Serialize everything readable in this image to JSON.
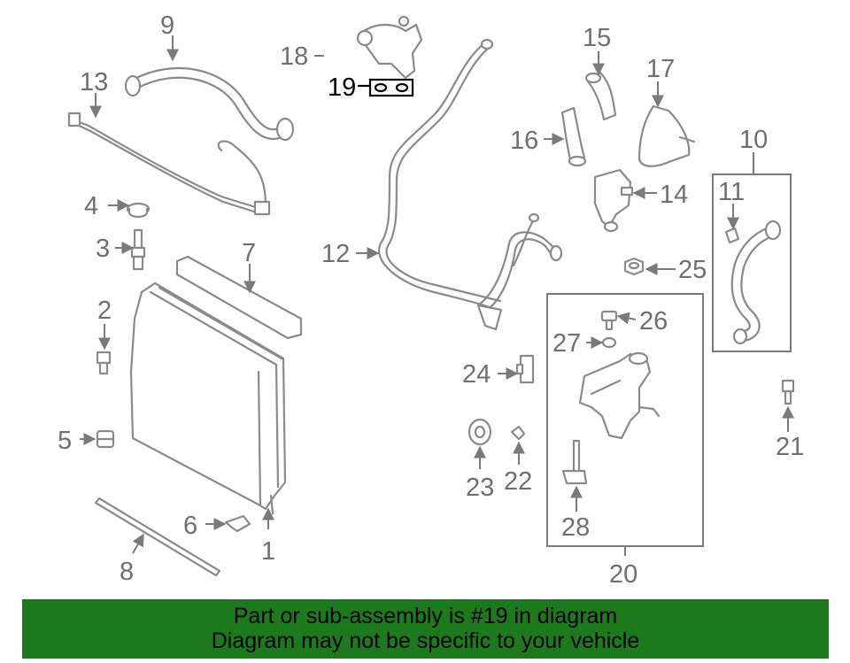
{
  "colors": {
    "banner_bg": "#1c7a1c",
    "callout": "#6f6f6f",
    "highlight": "#000000"
  },
  "highlighted_part": "19",
  "callouts": {
    "c1": "1",
    "c2": "2",
    "c3": "3",
    "c4": "4",
    "c5": "5",
    "c6": "6",
    "c7": "7",
    "c8": "8",
    "c9": "9",
    "c10": "10",
    "c11": "11",
    "c12": "12",
    "c13": "13",
    "c14": "14",
    "c15": "15",
    "c16": "16",
    "c17": "17",
    "c18": "18",
    "c19": "19",
    "c20": "20",
    "c21": "21",
    "c22": "22",
    "c23": "23",
    "c24": "24",
    "c25": "25",
    "c26": "26",
    "c27": "27",
    "c28": "28"
  },
  "banner": {
    "line1": "Part or sub-assembly is #19 in diagram",
    "line2": "Diagram may not be specific to your vehicle"
  }
}
